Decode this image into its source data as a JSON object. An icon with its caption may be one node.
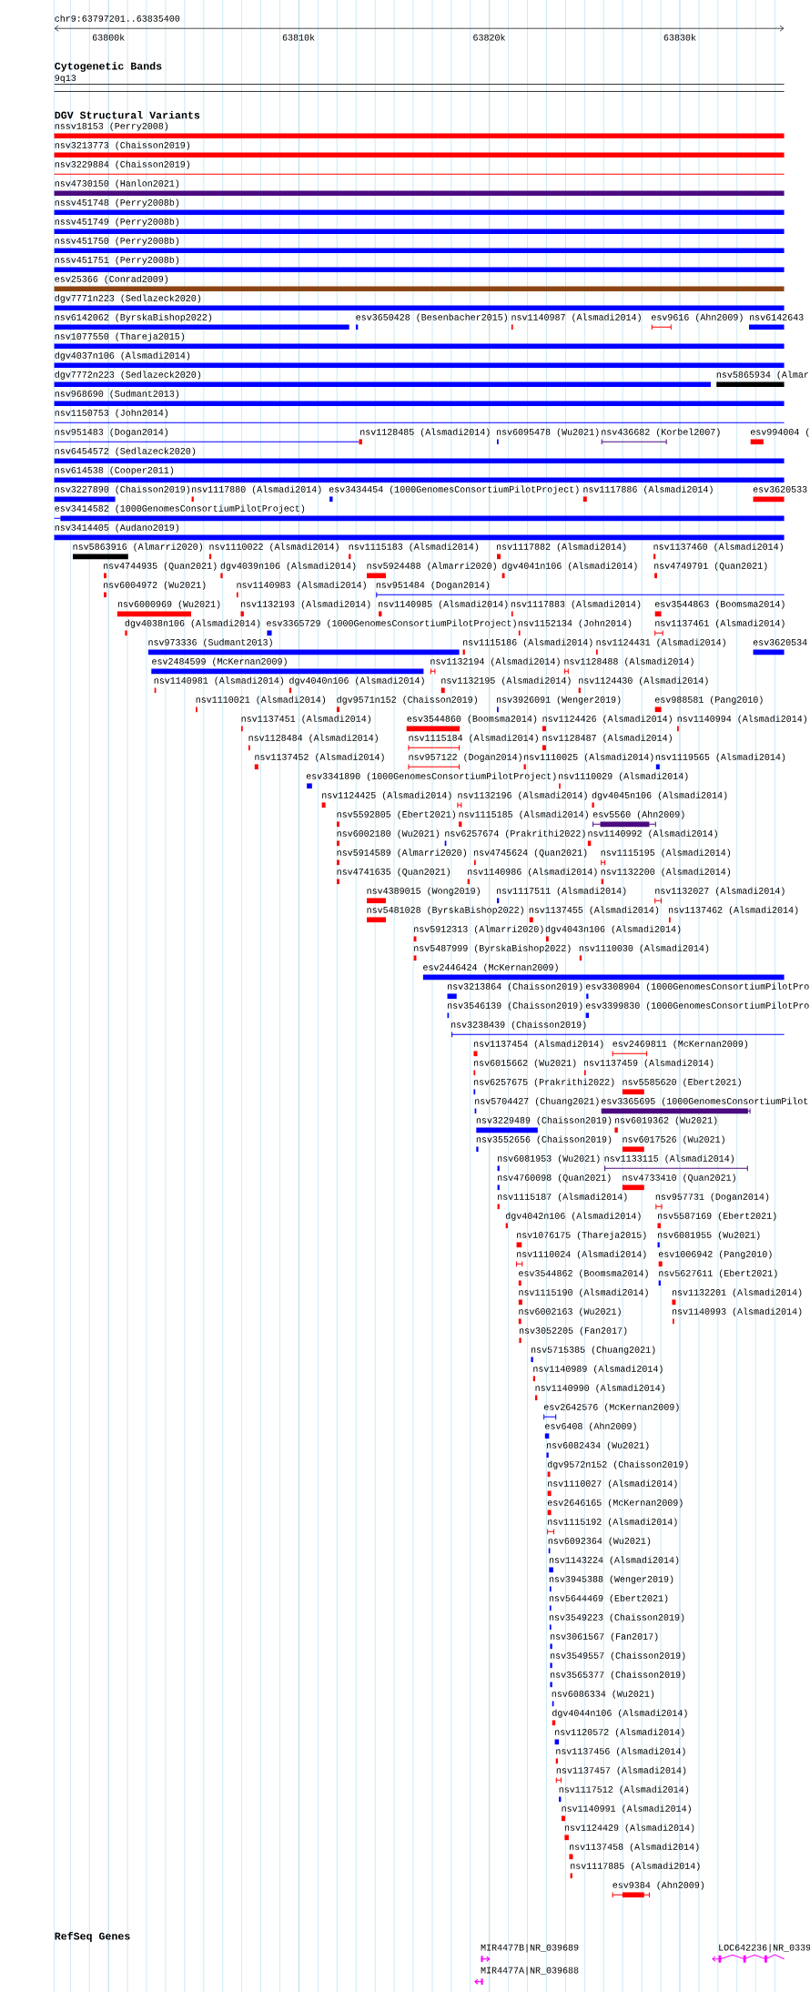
{
  "diagram": {
    "labels": [
      "chr9:63797201..63835400",
      "63800k",
      "63810k",
      "63820k",
      "63830k",
      "Cytogenetic Bands",
      "9q13",
      "DGV Structural Variants",
      "nssv18153 (Perry2008)",
      "nsv3213773 (Chaisson2019)",
      "nsv3229884 (Chaisson2019)",
      "nsv4730150 (Hanlon2021)",
      "nssv451748 (Perry2008b)",
      "nssv451749 (Perry2008b)",
      "nssv451750 (Perry2008b)",
      "nssv451751 (Perry2008b)",
      "esv25366 (Conrad2009)",
      "dgv7771n223 (Sedlazeck2020)",
      "nsv6142062 (ByrskaBishop2022)",
      "esv3650428 (Besenbacher2015)",
      "nsv1140987 (Alsmadi2014)",
      "esv9616 (Ahn2009)",
      "nsv6142643",
      "nsv1077550 (Thareja2015)",
      "dgv4037n106 (Alsmadi2014)",
      "dgv7772n223 (Sedlazeck2020)",
      "nsv5865934 (Almar",
      "nsv968690 (Sudmant2013)",
      "nsv1150753 (John2014)",
      "nsv951483 (Dogan2014)",
      "nsv1128485 (Alsmadi2014)",
      "nsv6095478 (Wu2021)",
      "nsv436682 (Korbel2007)",
      "esv994004 (",
      "nsv6454572 (Sedlazeck2020)",
      "nsv614538 (Cooper2011)",
      "nsv3227890 (Chaisson2019)",
      "nsv1117880 (Alsmadi2014)",
      "esv3434454 (1000GenomesConsortiumPilotProject)",
      "nsv1117886 (Alsmadi2014)",
      "esv3620533",
      "esv3414582 (1000GenomesConsortiumPilotProject)",
      "nsv3414405 (Audano2019)",
      "nsv5863916 (Almarri2020)",
      "nsv1110022 (Alsmadi2014)",
      "nsv1115183 (Alsmadi2014)",
      "nsv1117882 (Alsmadi2014)",
      "nsv1137460 (Alsmadi2014)",
      "nsv4744935 (Quan2021)",
      "dgv4039n106 (Alsmadi2014)",
      "nsv5924488 (Almarri2020)",
      "dgv4041n106 (Alsmadi2014)",
      "nsv4749791 (Quan2021)",
      "nsv6004972 (Wu2021)",
      "nsv1140983 (Alsmadi2014)",
      "nsv951484 (Dogan2014)",
      "nsv6000969 (Wu2021)",
      "nsv1132193 (Alsmadi2014)",
      "nsv1140985 (Alsmadi2014)",
      "nsv1117883 (Alsmadi2014)",
      "esv3544863 (Boomsma2014)",
      "dgv4038n106 (Alsmadi2014)",
      "esv3365729 (1000GenomesConsortiumPilotProject)",
      "nsv1152134 (John2014)",
      "nsv1137461 (Alsmadi2014)",
      "nsv973336 (Sudmant2013)",
      "nsv1115186 (Alsmadi2014)",
      "nsv1124431 (Alsmadi2014)",
      "esv3620534",
      "esv2484599 (McKernan2009)",
      "nsv1132194 (Alsmadi2014)",
      "nsv1128488 (Alsmadi2014)",
      "nsv1140981 (Alsmadi2014)",
      "dgv4040n106 (Alsmadi2014)",
      "nsv1132195 (Alsmadi2014)",
      "nsv1124430 (Alsmadi2014)",
      "nsv1110021 (Alsmadi2014)",
      "dgv9571n152 (Chaisson2019)",
      "nsv3926091 (Wenger2019)",
      "esv988581 (Pang2010)",
      "nsv1137451 (Alsmadi2014)",
      "esv3544860 (Boomsma2014)",
      "nsv1124426 (Alsmadi2014)",
      "nsv1140994 (Alsmadi2014)",
      "nsv1128484 (Alsmadi2014)",
      "nsv1115184 (Alsmadi2014)",
      "nsv1128487 (Alsmadi2014)",
      "nsv1137452 (Alsmadi2014)",
      "nsv957122 (Dogan2014)",
      "nsv1110025 (Alsmadi2014)",
      "nsv1119565 (Alsmadi2014)",
      "esv3341890 (1000GenomesConsortiumPilotProject)",
      "nsv1110029 (Alsmadi2014)",
      "nsv1124425 (Alsmadi2014)",
      "nsv1132196 (Alsmadi2014)",
      "dgv4045n106 (Alsmadi2014)",
      "nsv5592805 (Ebert2021)",
      "nsv1115185 (Alsmadi2014)",
      "esv5560 (Ahn2009)",
      "nsv6002180 (Wu2021)",
      "nsv6257674 (Prakrithi2022)",
      "nsv1140992 (Alsmadi2014)",
      "nsv5914589 (Almarri2020)",
      "nsv4745624 (Quan2021)",
      "nsv1115195 (Alsmadi2014)",
      "nsv4741635 (Quan2021)",
      "nsv1140986 (Alsmadi2014)",
      "nsv1132200 (Alsmadi2014)",
      "nsv4389015 (Wong2019)",
      "nsv1117511 (Alsmadi2014)",
      "nsv1132027 (Alsmadi2014)",
      "nsv5481028 (ByrskaBishop2022)",
      "nsv1137455 (Alsmadi2014)",
      "nsv1137462 (Alsmadi2014)",
      "nsv5912313 (Almarri2020)",
      "dgv4043n106 (Alsmadi2014)",
      "nsv5487999 (ByrskaBishop2022)",
      "nsv1110030 (Alsmadi2014)",
      "esv2446424 (McKernan2009)",
      "nsv3213864 (Chaisson2019)",
      "esv3308904 (1000GenomesConsortiumPilotPro",
      "nsv3546139 (Chaisson2019)",
      "esv3399830 (1000GenomesConsortiumPilotPro",
      "nsv3238439 (Chaisson2019)",
      "nsv1137454 (Alsmadi2014)",
      "esv2469811 (McKernan2009)",
      "nsv6015662 (Wu2021)",
      "nsv1137459 (Alsmadi2014)",
      "nsv6257675 (Prakrithi2022)",
      "nsv5585620 (Ebert2021)",
      "nsv5704427 (Chuang2021)",
      "esv3365695 (1000GenomesConsortiumPilot",
      "nsv3229489 (Chaisson2019)",
      "nsv6019362 (Wu2021)",
      "nsv3552656 (Chaisson2019)",
      "nsv6017526 (Wu2021)",
      "nsv6081953 (Wu2021)",
      "nsv1133115 (Alsmadi2014)",
      "nsv4760098 (Quan2021)",
      "nsv4733410 (Quan2021)",
      "nsv1115187 (Alsmadi2014)",
      "nsv957731 (Dogan2014)",
      "dgv4042n106 (Alsmadi2014)",
      "nsv5587169 (Ebert2021)",
      "nsv1076175 (Thareja2015)",
      "nsv6081955 (Wu2021)",
      "nsv1110024 (Alsmadi2014)",
      "esv1006942 (Pang2010)",
      "esv3544862 (Boomsma2014)",
      "nsv5627611 (Ebert2021)",
      "nsv1115190 (Alsmadi2014)",
      "nsv1132201 (Alsmadi2014)",
      "nsv6002163 (Wu2021)",
      "nsv1140993 (Alsmadi2014)",
      "nsv3052205 (Fan2017)",
      "nsv5715385 (Chuang2021)",
      "nsv1140989 (Alsmadi2014)",
      "nsv1140990 (Alsmadi2014)",
      "esv2642576 (McKernan2009)",
      "esv6408 (Ahn2009)",
      "nsv6082434 (Wu2021)",
      "dgv9572n152 (Chaisson2019)",
      "nsv1110027 (Alsmadi2014)",
      "esv2646165 (McKernan2009)",
      "nsv1115192 (Alsmadi2014)",
      "nsv6092364 (Wu2021)",
      "nsv1143224 (Alsmadi2014)",
      "nsv3945388 (Wenger2019)",
      "nsv5644469 (Ebert2021)",
      "nsv3549223 (Chaisson2019)",
      "nsv3061567 (Fan2017)",
      "nsv3549557 (Chaisson2019)",
      "nsv3565377 (Chaisson2019)",
      "nsv6086334 (Wu2021)",
      "dgv4044n106 (Alsmadi2014)",
      "nsv1120572 (Alsmadi2014)",
      "nsv1137456 (Alsmadi2014)",
      "nsv1137457 (Alsmadi2014)",
      "nsv1117512 (Alsmadi2014)",
      "nsv1140991 (Alsmadi2014)",
      "nsv1124429 (Alsmadi2014)",
      "nsv1137458 (Alsmadi2014)",
      "nsv1117885 (Alsmadi2014)",
      "esv9384 (Ahn2009)",
      "RefSeq Genes",
      "MIR4477B|NR_039689",
      "LOC642236|NR_0339",
      "MIR4477A|NR_039688"
    ]
  }
}
